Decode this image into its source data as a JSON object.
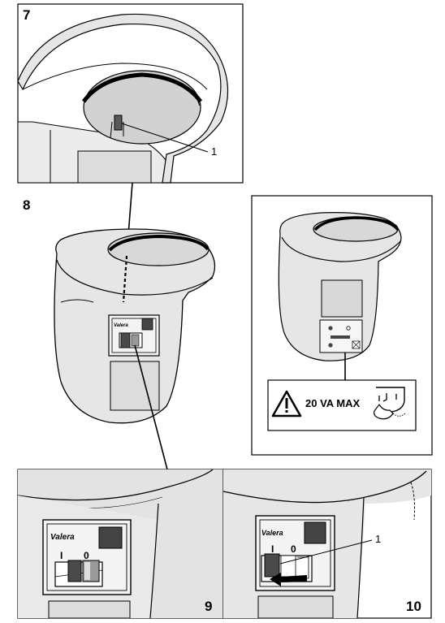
{
  "figures": {
    "fig7": {
      "number": "7",
      "callout": "1"
    },
    "fig8": {
      "number": "8",
      "brand": "Valera"
    },
    "label_panel": {
      "warning": "20 VA MAX"
    },
    "fig9": {
      "number": "9",
      "brand": "Valera",
      "on_symbol": "I",
      "off_symbol": "0"
    },
    "fig10": {
      "number": "10",
      "brand": "Valera",
      "on_symbol": "I",
      "off_symbol": "0",
      "callout": "1"
    }
  },
  "colors": {
    "line": "#000000",
    "body": "#ebebeb",
    "shade": "#cfcfcf",
    "dark": "#4a4a4a"
  },
  "icons": [
    "warning-triangle-icon",
    "shaver-socket-icon",
    "left-arrow-icon"
  ]
}
